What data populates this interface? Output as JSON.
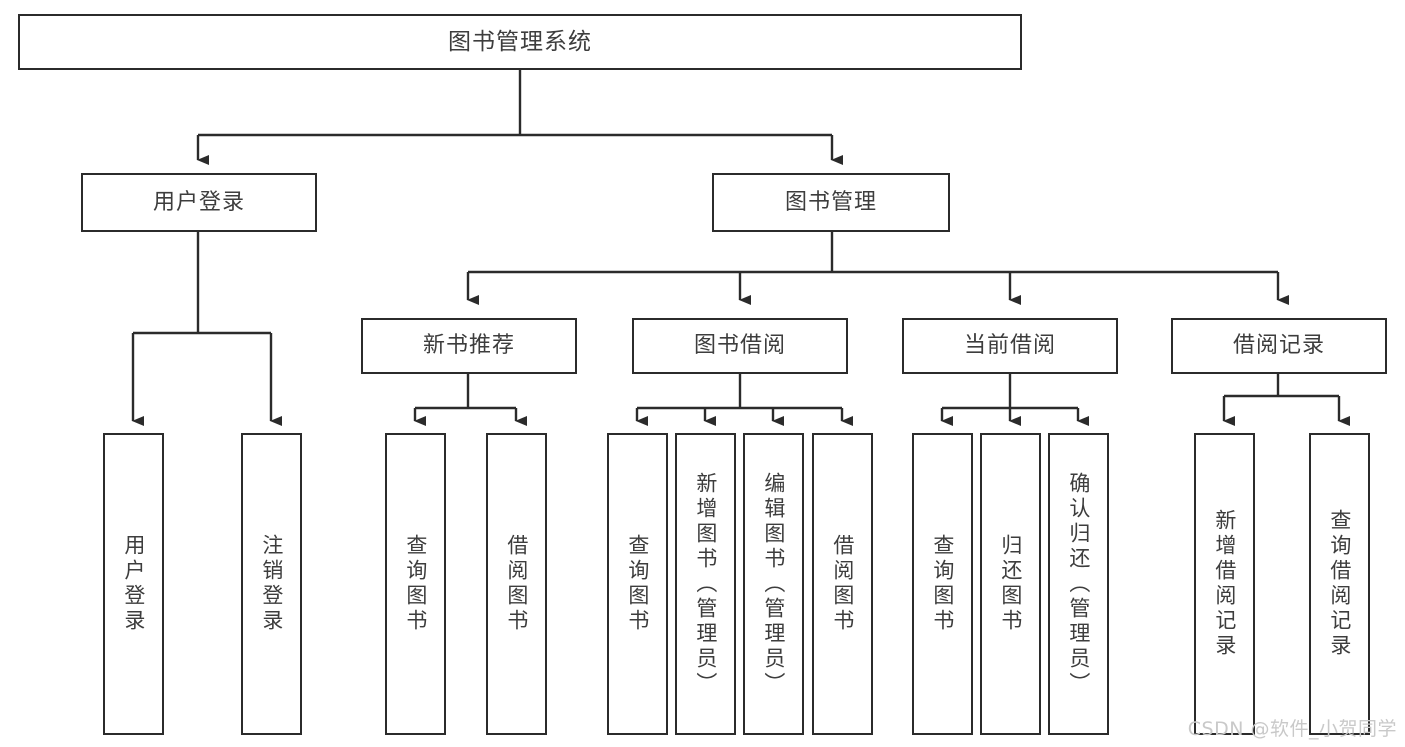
{
  "diagram": {
    "title": "图书管理系统",
    "type": "tree-hierarchy-chart",
    "orientation": "top-down",
    "colors": {
      "background": "#ffffff",
      "node_border": "#2b2b2b",
      "node_fill": "#ffffff",
      "text": "#3d3d3d",
      "edge": "#2b2b2b",
      "watermark": "#c9c9c9"
    },
    "nodes": {
      "root": {
        "label": "图书管理系统",
        "level": 1
      },
      "l2": [
        {
          "id": "user-login",
          "label": "用户登录",
          "level": 2
        },
        {
          "id": "book-manage",
          "label": "图书管理",
          "level": 2
        }
      ],
      "l3": [
        {
          "id": "new-book-rec",
          "label": "新书推荐",
          "level": 3,
          "parent": "book-manage"
        },
        {
          "id": "book-borrow",
          "label": "图书借阅",
          "level": 3,
          "parent": "book-manage"
        },
        {
          "id": "current-borrow",
          "label": "当前借阅",
          "level": 3,
          "parent": "book-manage"
        },
        {
          "id": "borrow-record",
          "label": "借阅记录",
          "level": 3,
          "parent": "book-manage"
        }
      ],
      "leaves": [
        {
          "id": "leaf-user-login",
          "label": "用户登录",
          "parent": "user-login"
        },
        {
          "id": "leaf-logout",
          "label": "注销登录",
          "parent": "user-login"
        },
        {
          "id": "leaf-query-book-rec",
          "label": "查询图书",
          "parent": "new-book-rec"
        },
        {
          "id": "leaf-borrow-book-rec",
          "label": "借阅图书",
          "parent": "new-book-rec"
        },
        {
          "id": "leaf-query-book-borrow",
          "label": "查询图书",
          "parent": "book-borrow"
        },
        {
          "id": "leaf-add-book-admin",
          "label": "新增图书（管理员）",
          "parent": "book-borrow"
        },
        {
          "id": "leaf-edit-book-admin",
          "label": "编辑图书（管理员）",
          "parent": "book-borrow"
        },
        {
          "id": "leaf-borrow-book",
          "label": "借阅图书",
          "parent": "book-borrow"
        },
        {
          "id": "leaf-query-book-current",
          "label": "查询图书",
          "parent": "current-borrow"
        },
        {
          "id": "leaf-return-book",
          "label": "归还图书",
          "parent": "current-borrow"
        },
        {
          "id": "leaf-confirm-return-admin",
          "label": "确认归还（管理员）",
          "parent": "current-borrow"
        },
        {
          "id": "leaf-add-borrow-record",
          "label": "新增借阅记录",
          "parent": "borrow-record"
        },
        {
          "id": "leaf-query-borrow-record",
          "label": "查询借阅记录",
          "parent": "borrow-record"
        }
      ]
    },
    "watermark": "CSDN @软件_小贺同学"
  }
}
